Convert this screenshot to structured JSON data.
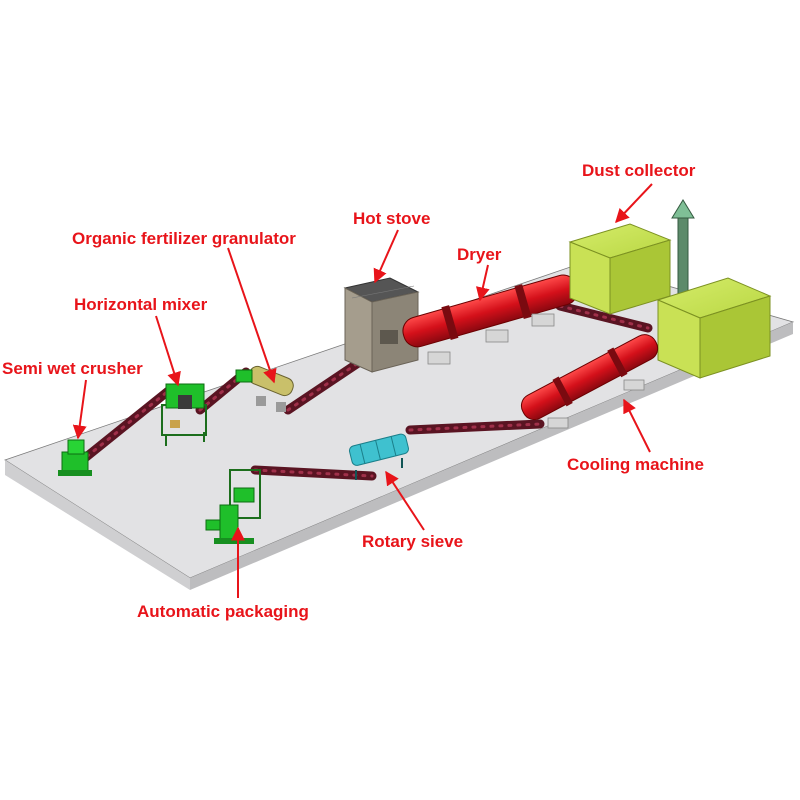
{
  "labels": {
    "dust_collector": "Dust collector",
    "hot_stove": "Hot stove",
    "organic_granulator": "Organic fertilizer granulator",
    "dryer": "Dryer",
    "horizontal_mixer": "Horizontal mixer",
    "semi_wet_crusher": "Semi wet crusher",
    "cooling_machine": "Cooling machine",
    "rotary_sieve": "Rotary sieve",
    "automatic_packaging": "Automatic packaging"
  },
  "colors": {
    "label_red": "#e8141a",
    "platform_top": "#e2e2e4",
    "platform_side": "#c8c8ca",
    "machine_green": "#1fbf2a",
    "dryer_red": "#d4101a",
    "housing_lime": "#b9d743",
    "sieve_cyan": "#3fc1cf",
    "belt_maroon": "#5a1422",
    "stove_grey": "#8c8577"
  },
  "icons": {
    "label_arrow": "arrow-icon"
  }
}
